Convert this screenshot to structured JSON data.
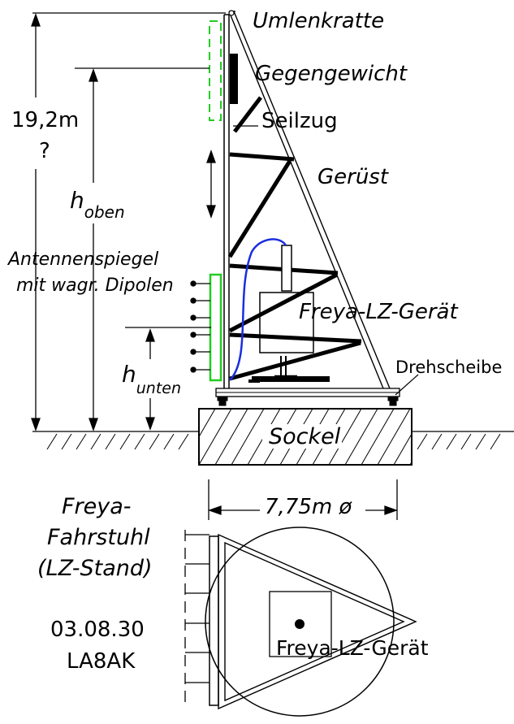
{
  "labels": {
    "umlenkratte": "Umlenkratte",
    "gegengewicht": "Gegengewicht",
    "seilzug": "Seilzug",
    "geruest": "Gerüst",
    "height_value": "19,2m",
    "height_question": "?",
    "h_oben_main": "h",
    "h_oben_sub": "oben",
    "h_unten_main": "h",
    "h_unten_sub": "unten",
    "antenna_line1": "Antennenspiegel",
    "antenna_line2": "mit wagr. Dipolen",
    "freya_device_side": "Freya-LZ-Gerät",
    "drehscheibe": "Drehscheibe",
    "sockel": "Sockel",
    "diameter": "7,75m ø",
    "title_line1": "Freya-",
    "title_line2": "Fahrstuhl",
    "title_line3": "(LZ-Stand)",
    "date": "03.08.30",
    "author": "LA8AK",
    "freya_device_top": "Freya-LZ-Gerät"
  },
  "colors": {
    "line": "#000000",
    "antenna_green": "#22cc22",
    "cable_blue": "#1a2ee0",
    "background": "#ffffff"
  }
}
